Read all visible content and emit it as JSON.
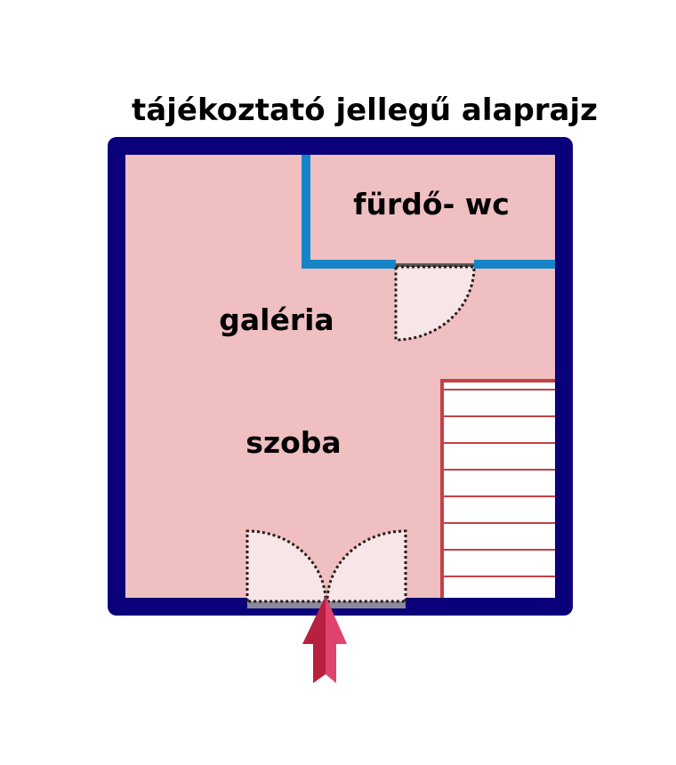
{
  "title": "tájékoztató jellegű alaprajz",
  "rooms": [
    {
      "id": "bathroom",
      "label": "fürdő- wc"
    },
    {
      "id": "gallery",
      "label": "galéria"
    },
    {
      "id": "room",
      "label": "szoba"
    }
  ],
  "stairs": {
    "step_count": 8
  },
  "colors": {
    "outer_wall": "#0a007a",
    "inner_wall": "#1585c8",
    "floor": "#efbfc1",
    "door_leaf": "#f7e6e7",
    "door_swing": "#2a1a1a",
    "stair_line": "#c44146",
    "stair_fill": "#ffffff",
    "threshold": "#8a8a9a",
    "entrance_arrow_light": "#e0446e",
    "entrance_arrow_dark": "#b8203f"
  }
}
